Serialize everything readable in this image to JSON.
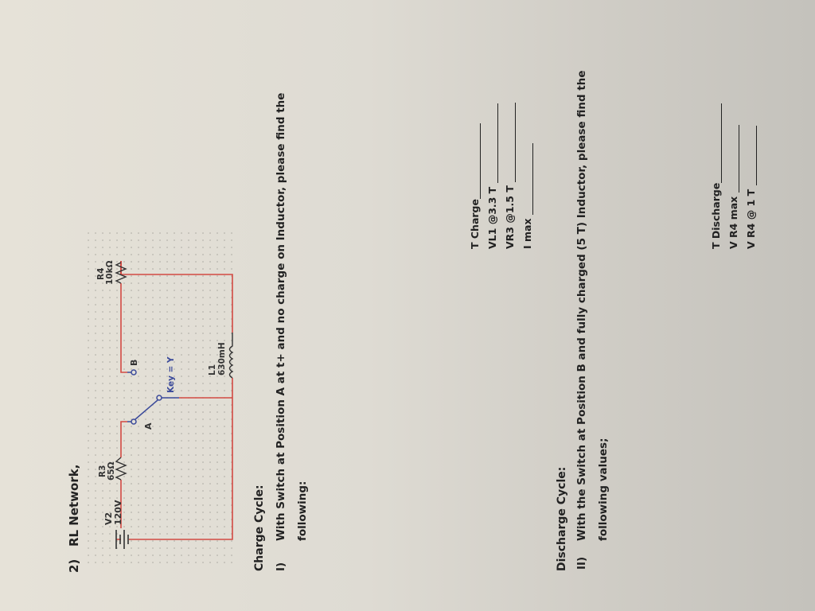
{
  "problem": {
    "number": "2)",
    "title": "RL Network,"
  },
  "circuit": {
    "components": [
      {
        "ref": "V2",
        "value": "120V",
        "type": "dc-voltage-source"
      },
      {
        "ref": "R3",
        "value": "65Ω",
        "type": "resistor"
      },
      {
        "ref": "L1",
        "value": "630mH",
        "type": "inductor"
      },
      {
        "ref": "R4",
        "value": "10kΩ",
        "type": "resistor"
      }
    ],
    "switch": {
      "position_a": "A",
      "position_b": "B",
      "key_label": "Key = Y"
    },
    "wire_color": "#d24a43",
    "switch_color": "#3b4a9a"
  },
  "charge_cycle": {
    "heading": "Charge Cycle:",
    "item_number": "I)",
    "line1": "With Switch at Position A at t+ and no charge on Inductor, please find the",
    "line2": "following:",
    "answers": [
      {
        "label": "T Charge",
        "value": ""
      },
      {
        "label": "VL1 @3.3 T",
        "value": ""
      },
      {
        "label": "VR3 @1.5 T",
        "value": ""
      },
      {
        "label": "I max",
        "value": ""
      }
    ]
  },
  "discharge_cycle": {
    "heading": "Discharge Cycle:",
    "item_number": "II)",
    "line1": "With the Switch at Position B and fully charged (5 T) Inductor, please find the",
    "line2": "following values;",
    "answers": [
      {
        "label": "T Discharge",
        "value": ""
      },
      {
        "label": "V R4 max",
        "value": ""
      },
      {
        "label": "V R4 @ 1 T",
        "value": ""
      }
    ]
  }
}
